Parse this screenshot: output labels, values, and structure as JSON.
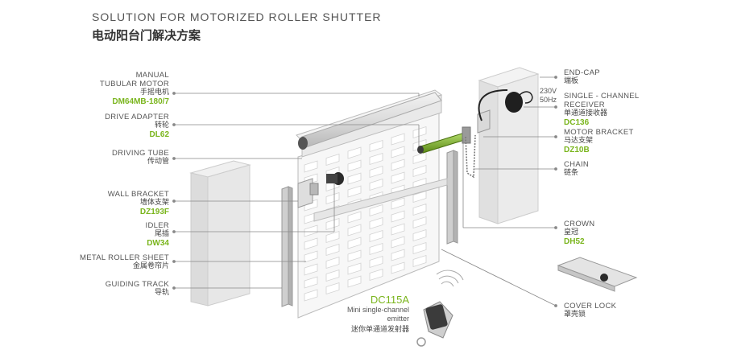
{
  "title_en": "SOLUTION FOR MOTORIZED ROLLER SHUTTER",
  "title_zh": "电动阳台门解决方案",
  "left_labels": [
    {
      "en": "MANUAL",
      "en2": "TUBULAR MOTOR",
      "zh": "手摇电机",
      "code": "DM64MB-180/7"
    },
    {
      "en": "DRIVE ADAPTER",
      "zh": "转轮",
      "code": "DL62"
    },
    {
      "en": "DRIVING TUBE",
      "zh": "传动管",
      "code": ""
    },
    {
      "en": "WALL BRACKET",
      "zh": "墙体支架",
      "code": "DZ193F"
    },
    {
      "en": "IDLER",
      "zh": "尾插",
      "code": "DW34"
    },
    {
      "en": "METAL ROLLER SHEET",
      "zh": "金属卷帘片",
      "code": ""
    },
    {
      "en": "GUIDING TRACK",
      "zh": "导轨",
      "code": ""
    }
  ],
  "right_labels": [
    {
      "en": "END-CAP",
      "zh": "端板",
      "code": ""
    },
    {
      "en": "SINGLE - CHANNEL",
      "en2": "RECEIVER",
      "zh": "单通道接收器",
      "code": "DC136"
    },
    {
      "en": "MOTOR BRACKET",
      "zh": "马达支架",
      "code": "DZ10B"
    },
    {
      "en": "CHAIN",
      "zh": "链条",
      "code": ""
    },
    {
      "en": "CROWN",
      "zh": "皇冠",
      "code": "DH52"
    },
    {
      "en": "COVER LOCK",
      "zh": "罩壳锁",
      "code": ""
    }
  ],
  "power": {
    "voltage": "230V",
    "freq": "50Hz"
  },
  "emitter": {
    "code": "DC115A",
    "en1": "Mini single-channel",
    "en2": "emitter",
    "zh": "迷你单通道发射器"
  }
}
